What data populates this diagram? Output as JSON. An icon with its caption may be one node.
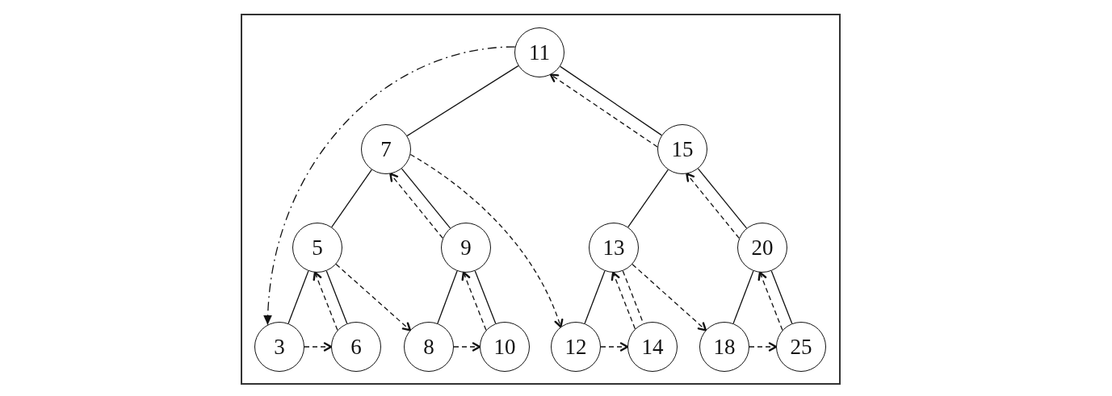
{
  "diagram": {
    "nodes": [
      {
        "text": [
          "11"
        ]
      },
      {
        "text": [
          "7"
        ]
      },
      {
        "text": [
          "15"
        ]
      },
      {
        "text": [
          "5"
        ]
      },
      {
        "text": [
          "9"
        ]
      },
      {
        "text": [
          "13"
        ]
      },
      {
        "text": [
          "20"
        ]
      },
      {
        "text": [
          "3"
        ]
      },
      {
        "text": [
          "6"
        ]
      },
      {
        "text": [
          "8"
        ]
      },
      {
        "text": [
          "10"
        ]
      },
      {
        "text": [
          "12"
        ]
      },
      {
        "text": [
          "14"
        ]
      },
      {
        "text": [
          "18"
        ]
      },
      {
        "text": [
          "25"
        ]
      }
    ],
    "edges": [
      {
        "from": 0,
        "to": 1,
        "arrow": "none"
      },
      {
        "from": 0,
        "to": 2,
        "arrow": "none"
      },
      {
        "from": 1,
        "to": 3,
        "arrow": "none"
      },
      {
        "from": 1,
        "to": 4,
        "arrow": "none"
      },
      {
        "from": 2,
        "to": 5,
        "arrow": "none"
      },
      {
        "from": 2,
        "to": 6,
        "arrow": "none"
      },
      {
        "from": 3,
        "to": 7,
        "arrow": "none"
      },
      {
        "from": 3,
        "to": 8,
        "arrow": "none"
      },
      {
        "from": 4,
        "to": 9,
        "arrow": "none"
      },
      {
        "from": 4,
        "to": 10,
        "arrow": "none"
      },
      {
        "from": 5,
        "to": 11,
        "arrow": "none"
      },
      {
        "from": 5,
        "to": 12,
        "arrow": "none",
        "style": "dashed"
      },
      {
        "from": 6,
        "to": 13,
        "arrow": "none"
      },
      {
        "from": 6,
        "to": 14,
        "arrow": "none"
      },
      {
        "from": 0,
        "to": 7,
        "arrow": "to",
        "style": "dashed"
      },
      {
        "from": 2,
        "to": 0,
        "arrow": "to",
        "style": "dashed"
      },
      {
        "from": 4,
        "to": 1,
        "arrow": "to",
        "style": "dashed"
      },
      {
        "from": 6,
        "to": 2,
        "arrow": "to",
        "style": "dashed"
      },
      {
        "from": 8,
        "to": 3,
        "arrow": "to",
        "style": "dashed"
      },
      {
        "from": 10,
        "to": 4,
        "arrow": "to",
        "style": "dashed"
      },
      {
        "from": 12,
        "to": 5,
        "arrow": "to",
        "style": "dashed"
      },
      {
        "from": 14,
        "to": 6,
        "arrow": "to",
        "style": "dashed"
      },
      {
        "from": 7,
        "to": 8,
        "arrow": "to",
        "style": "dashed"
      },
      {
        "from": 9,
        "to": 10,
        "arrow": "to",
        "style": "dashed"
      },
      {
        "from": 11,
        "to": 12,
        "arrow": "to",
        "style": "dashed"
      },
      {
        "from": 13,
        "to": 14,
        "arrow": "to",
        "style": "dashed"
      },
      {
        "from": 3,
        "to": 9,
        "arrow": "to",
        "style": "dashed"
      },
      {
        "from": 1,
        "to": 11,
        "arrow": "to",
        "style": "dashed"
      },
      {
        "from": 5,
        "to": 13,
        "arrow": "to",
        "style": "dashed"
      }
    ]
  }
}
